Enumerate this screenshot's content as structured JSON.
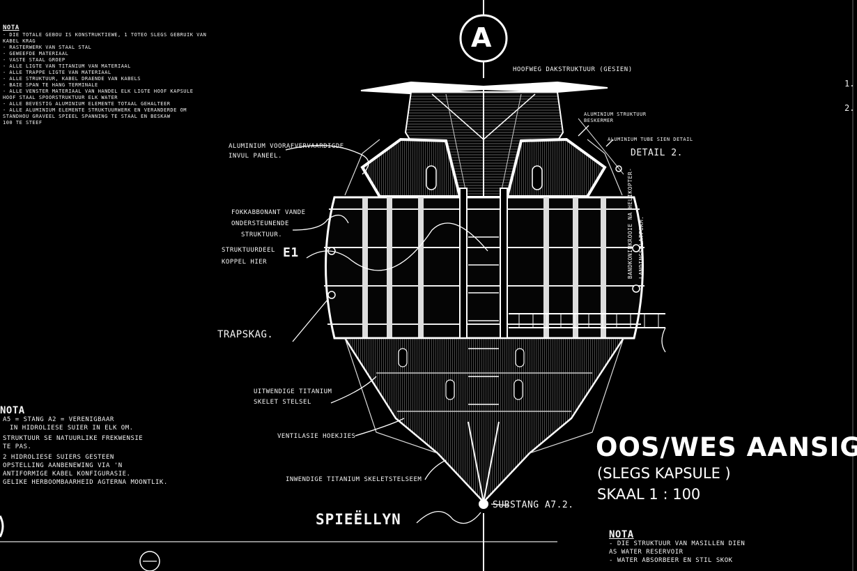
{
  "section_marker": "A",
  "top_note": {
    "heading": "NOTA",
    "lines": [
      "- DIE TOTALE GEBOU IS KONSTRUKTIEWE, 1 TOTEO SLEGS GEBRUIK VAN",
      "  KABEL KRAG",
      "- RASTERWERK VAN STAAL STAL",
      "- GEWEEFDE MATERIAAL",
      "- VASTE STAAL GROEP",
      "- ALLE LIGTE VAN TITANIUM VAN MATERIAAL",
      "- ALLE TRAPPE LIGTE VAN MATERIAAL",
      "- ALLE STRUKTUUR, KABEL DRAENDE VAN KABELS",
      "- BAIE SPAN TE HANG TERMINALE",
      "- ALLE VENSTER MATERIAAL VAN HANDEL ELK LIGTE HOOF KAPSULE",
      "  HOOF STAAL SPOORSTRUKTUUR ELK WATER",
      "- ALLE BEVESTIG ALUMINIUM ELEMENTE TOTAAL GEHALTEER",
      "- ALLE ALUMINIUM ELEMENTE STRUKTUURWERK EN VERANDERDE OM",
      "  STANDHOU GRAVEEL SPIEEL SPANNING TE STAAL EN BESKAW",
      "  100 TE STEEF"
    ]
  },
  "left_note": {
    "heading": "NOTA",
    "lines": [
      "A5 = STANG A2 = VERENIGBAAR",
      "IN HIDROLIESE SUIER IN ELK OM.",
      "STRUKTUUR SE NATUURLIKE FREKWENSIE",
      "TE PAS.",
      "2 HIDROLIESE SUIERS GESTEEN",
      "OPSTELLING AANBENEWING VIA 'N",
      "ANTIFORMIGE KABEL KONFIGURASIE.",
      "GELIKE HERBOOMBAARHEID AGTERNA MOONTLIK."
    ]
  },
  "right_edge_numbers": [
    "1.",
    "2."
  ],
  "callouts": {
    "heavy_deck": "HOOFWEG DAKSTRUKTUUR (GESIEN)",
    "aluminium_structure": "ALUMINIUM STRUKTUUR BESKERMER",
    "aluminium_tube": "ALUMINIUM TUBE SIEN DETAIL",
    "detail_2": "DETAIL 2.",
    "infill_panel_1": "ALUMINIUM VOORAFVERVAARDIGDE",
    "infill_panel_2": "INVUL PANEEL.",
    "support_1": "FOKKABBONANT VANDE",
    "support_2": "ONDERSTEUNENDE",
    "support_3": "STRUKTUUR.",
    "coupling_1": "STRUKTUURDEEL",
    "coupling_2": "KOPPEL HIER",
    "e1": "E1",
    "trapskag": "TRAPSKAG.",
    "helipad_1": "BANDKONINKROOIE NA HELIKOPTER-",
    "helipad_2": "LANDINGSPLATFORM.",
    "titanium_skeleton_1": "UITWENDIGE TITANIUM",
    "titanium_skeleton_2": "SKELET STELSEL",
    "ventilation": "VENTILASIE HOEKJIES",
    "inner_titanium": "INWENDIGE TITANIUM SKELETSTELSEEM",
    "mirror_line": "SPIEËLLYN",
    "substang": "SUBSTANG A7.2."
  },
  "title_block": {
    "title": "OOS/WES AANSIG",
    "subtitle": "(SLEGS KAPSULE )",
    "scale": "SKAAL 1 : 100"
  },
  "bottom_note": {
    "heading": "NOTA",
    "lines": [
      "- DIE STRUKTUUR VAN MASILLEN DIEN",
      "  AS WATER RESERVOIR",
      "- WATER ABSORBEER EN STIL SKOK"
    ]
  },
  "colors": {
    "background": "#000000",
    "ink": "#f2f2f2"
  }
}
